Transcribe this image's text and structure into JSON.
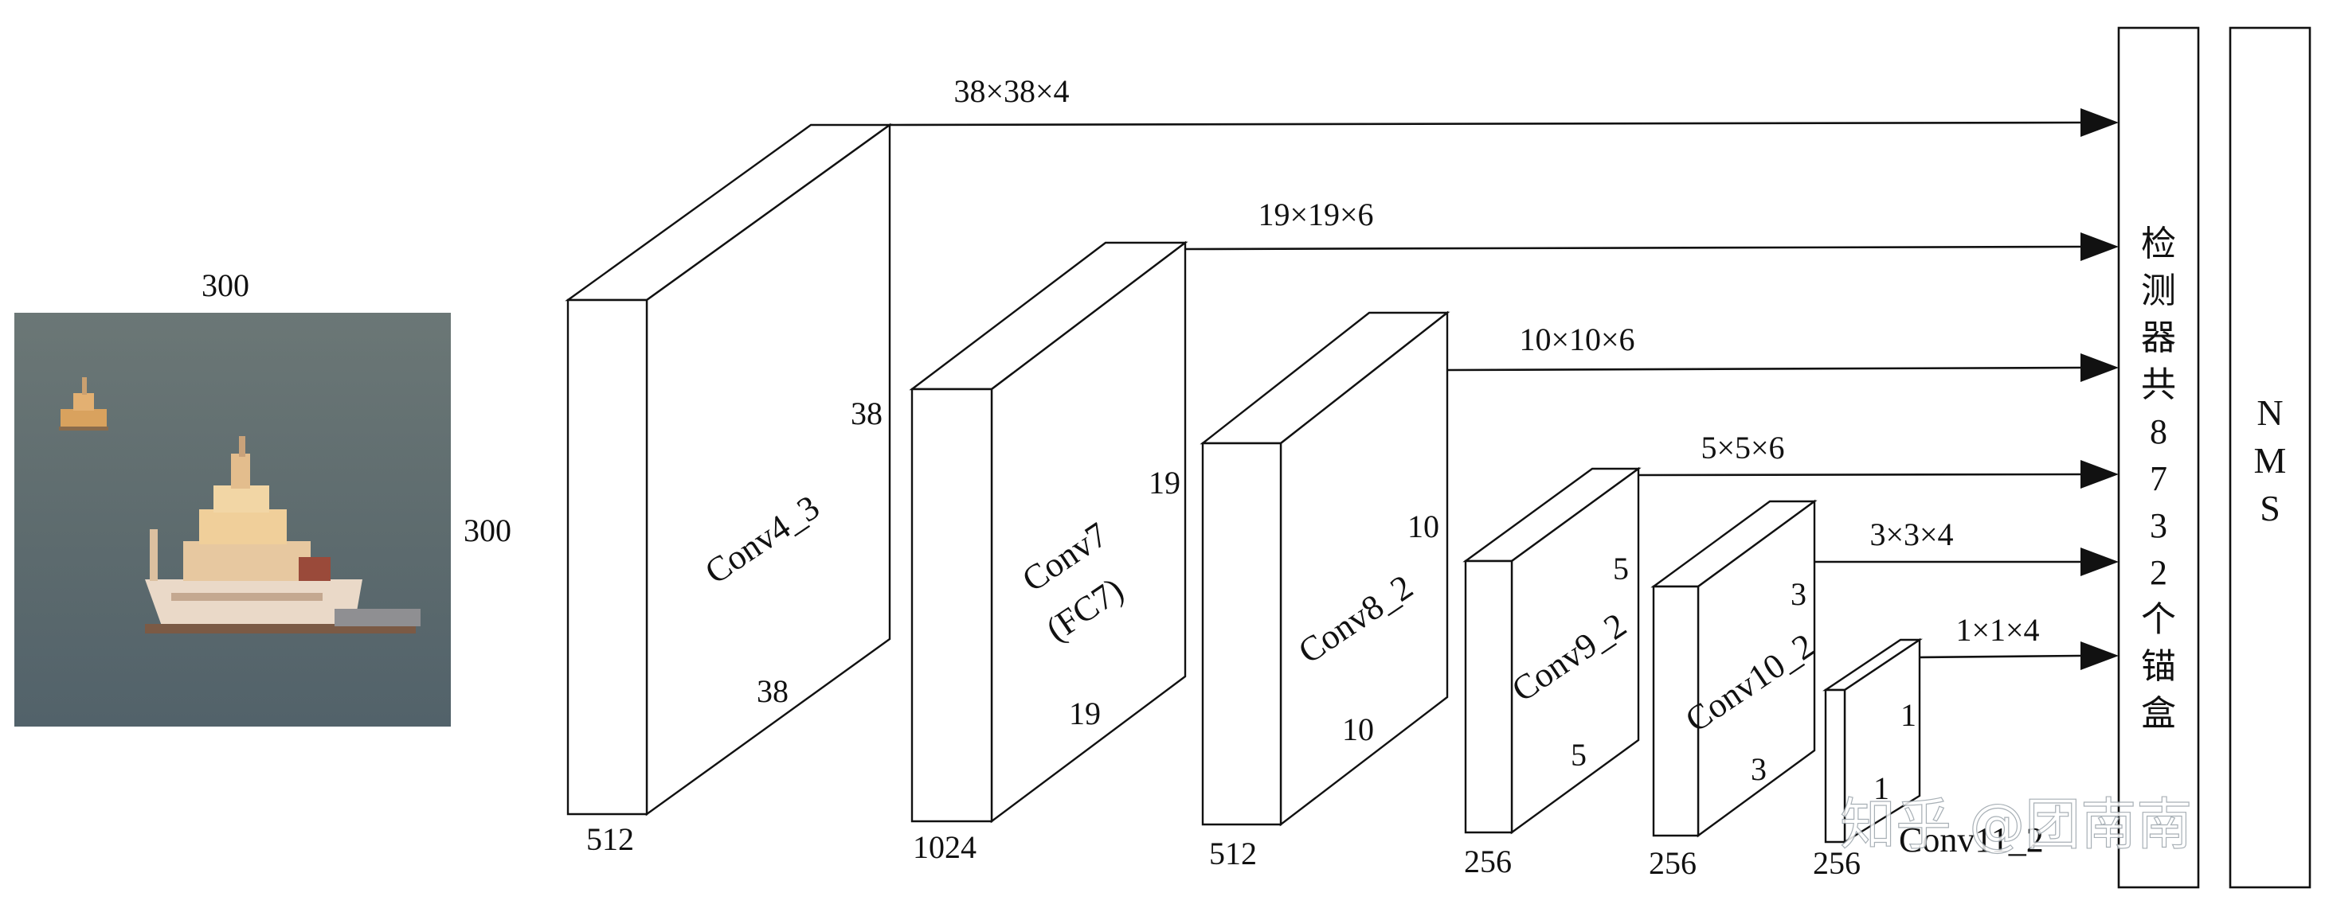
{
  "input": {
    "width_label": "300",
    "height_label": "300",
    "photo_colors": {
      "sea": "#55646a",
      "sky": "#6a7676",
      "ship_hull": "#e9d7c7",
      "ship_shadow": "#7b5a45",
      "ship_highlight": "#f2c88f"
    }
  },
  "blocks": [
    {
      "id": "conv4_3",
      "label": "Conv4_3",
      "depth_label": "512",
      "side_label": "38",
      "bottom_label": "38"
    },
    {
      "id": "conv7",
      "label": "Conv7",
      "label2": "(FC7)",
      "depth_label": "1024",
      "side_label": "19",
      "bottom_label": "19"
    },
    {
      "id": "conv8_2",
      "label": "Conv8_2",
      "depth_label": "512",
      "side_label": "10",
      "bottom_label": "10"
    },
    {
      "id": "conv9_2",
      "label": "Conv9_2",
      "depth_label": "256",
      "side_label": "5",
      "bottom_label": "5"
    },
    {
      "id": "conv10_2",
      "label": "Conv10_2",
      "depth_label": "256",
      "side_label": "3",
      "bottom_label": "3"
    },
    {
      "id": "conv11_2",
      "label": "Conv11_2",
      "depth_label": "256",
      "side_label": "1",
      "bottom_label": "1"
    }
  ],
  "arrows": [
    {
      "from": "conv4_3",
      "label": "38×38×4"
    },
    {
      "from": "conv7",
      "label": "19×19×6"
    },
    {
      "from": "conv8_2",
      "label": "10×10×6"
    },
    {
      "from": "conv9_2",
      "label": "5×5×6"
    },
    {
      "from": "conv10_2",
      "label": "3×3×4"
    },
    {
      "from": "conv11_2",
      "label": "1×1×4"
    }
  ],
  "detector": {
    "chars": [
      "检",
      "测",
      "器",
      "共",
      "8",
      "7",
      "3",
      "2",
      "个",
      "锚",
      "盒"
    ]
  },
  "nms": {
    "chars": [
      "N",
      "M",
      "S"
    ]
  },
  "watermark": {
    "text": "知乎 @团南南"
  }
}
